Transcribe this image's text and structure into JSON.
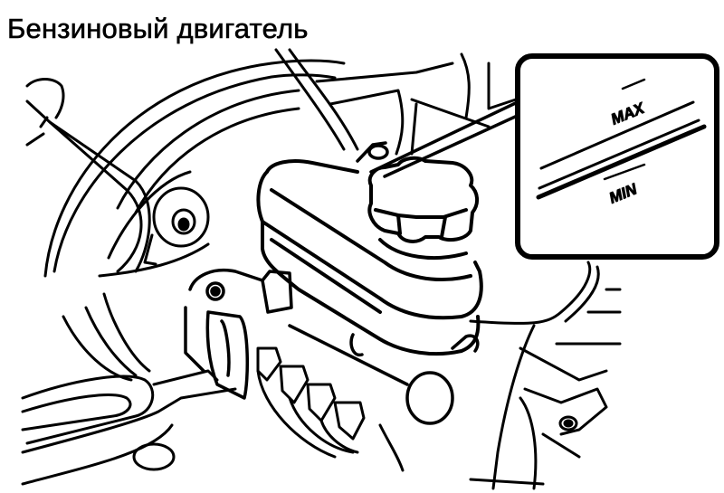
{
  "figure": {
    "title": "Бензиновый двигатель",
    "subject": "brake-master-cylinder-reservoir",
    "colors": {
      "line": "#000000",
      "background": "#ffffff"
    }
  },
  "callout": {
    "max_label": "MAX",
    "min_label": "MIN"
  }
}
